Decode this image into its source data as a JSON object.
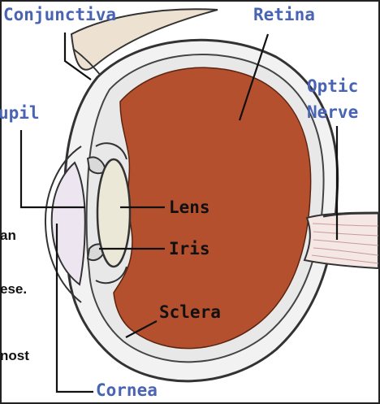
{
  "diagram": {
    "labels": {
      "conjunctiva": "Conjunctiva",
      "retina": "Retina",
      "optic_line1": "Optic",
      "optic_line2": "Nerve",
      "pupil": "upil",
      "lens": "Lens",
      "iris": "Iris",
      "sclera": "Sclera",
      "cornea": "Cornea"
    },
    "cropped_body_text": [
      "an",
      "ese.",
      "nost"
    ],
    "colors": {
      "label_blue": "#4a64b4",
      "label_black": "#111111",
      "retina_fill": "#b5502f",
      "lens_fill": "#ece8d8",
      "cornea_fill": "#ede6f0",
      "outline": "#333333",
      "frame": "#222222"
    }
  }
}
